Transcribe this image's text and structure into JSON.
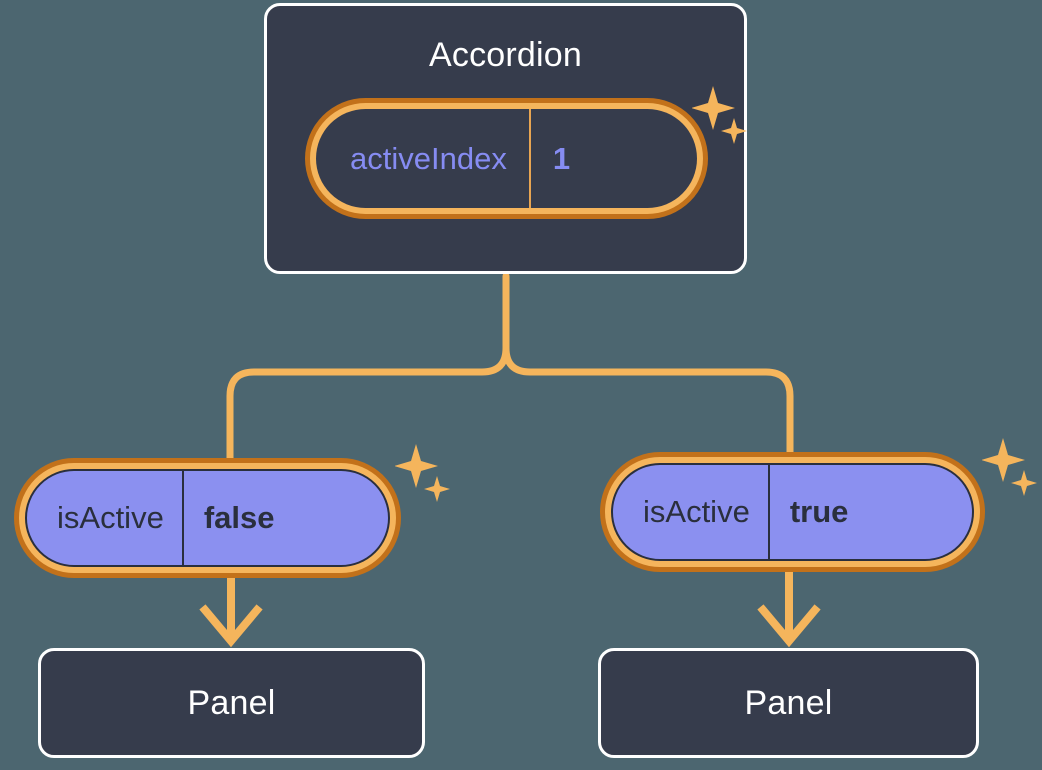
{
  "diagram": {
    "type": "component-state-tree",
    "background_color": "#4c6670",
    "accent_color": "#f5b55c",
    "accent_dark_color": "#c2711a",
    "card_color": "#363c4c",
    "state_value_color": "#8b90f0"
  },
  "root": {
    "title": "Accordion",
    "state": {
      "key": "activeIndex",
      "value": "1"
    },
    "sparkle_label": "sparkles-icon"
  },
  "branches": [
    {
      "id": "left",
      "state": {
        "key": "isActive",
        "value": "false"
      },
      "child": {
        "title": "Panel"
      },
      "sparkle_label": "sparkles-icon"
    },
    {
      "id": "right",
      "state": {
        "key": "isActive",
        "value": "true"
      },
      "child": {
        "title": "Panel"
      },
      "sparkle_label": "sparkles-icon"
    }
  ]
}
